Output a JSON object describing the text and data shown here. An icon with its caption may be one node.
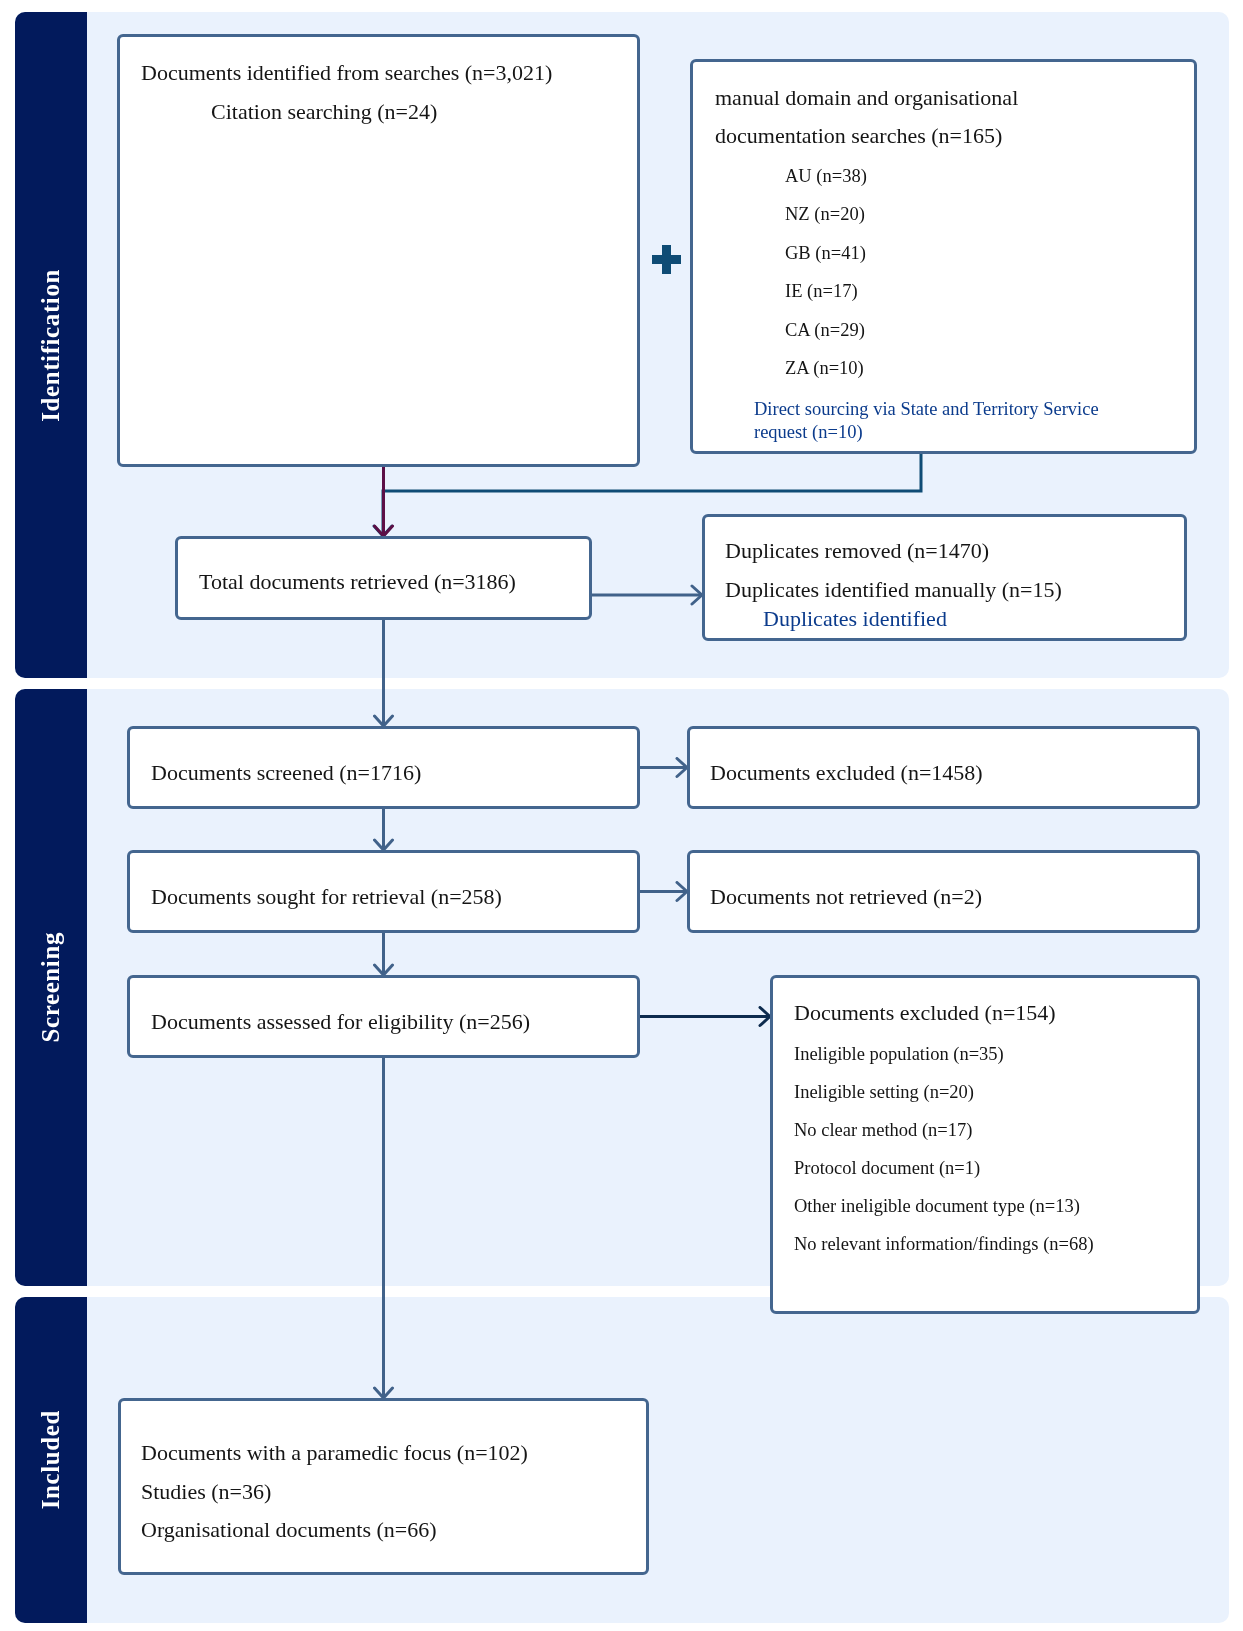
{
  "diagram": {
    "nodes": [
      {
        "text": [
          "Identification"
        ]
      },
      {
        "text": [
          "Documents identified from searches (n=3,021)",
          "Citation searching (n=24)"
        ],
        "in": 0
      },
      {
        "text": [
          "manual domain and organisational documentation searches (n=165)",
          "AU (n=38)",
          "NZ (n=20)",
          "GB (n=41)",
          "IE (n=17)",
          "CA (n=29)",
          "ZA (n=10)",
          "Direct sourcing via State and Territory Service request (n=10)"
        ],
        "in": 0
      },
      {
        "text": [
          "Total documents retrieved (n=3186)"
        ],
        "in": 0
      },
      {
        "text": [
          "Duplicates removed (n=1470)",
          "Duplicates identified manually (n=15)",
          "Duplicates identified"
        ],
        "in": 0
      },
      {
        "text": [
          "Screening"
        ]
      },
      {
        "text": [
          "Documents screened (n=1716)"
        ],
        "in": 5
      },
      {
        "text": [
          "Documents excluded (n=1458)"
        ],
        "in": 5
      },
      {
        "text": [
          "Documents sought for retrieval (n=258)"
        ],
        "in": 5
      },
      {
        "text": [
          "Documents not retrieved (n=2)"
        ],
        "in": 5
      },
      {
        "text": [
          "Documents assessed for eligibility (n=256)"
        ],
        "in": 5
      },
      {
        "text": [
          "Documents excluded (n=154)",
          "Ineligible population (n=35)",
          "Ineligible setting (n=20)",
          "No clear method (n=17)",
          "Protocol document (n=1)",
          "Other ineligible document type (n=13)",
          "No relevant information/findings (n=68)"
        ]
      },
      {
        "text": [
          "Included"
        ]
      },
      {
        "text": [
          "Documents with a paramedic focus (n=102)",
          "Studies (n=36)",
          "Organisational documents (n=66)"
        ],
        "in": 12
      }
    ],
    "edges": [
      {
        "from": 1,
        "to": 3,
        "arrow": "to",
        "color": "#5c0f46"
      },
      {
        "from": 2,
        "to": 3,
        "arrow": "to",
        "color": "#0f4c75"
      },
      {
        "from": 3,
        "to": 4,
        "arrow": "to"
      },
      {
        "from": 3,
        "to": 6,
        "arrow": "to"
      },
      {
        "from": 6,
        "to": 7,
        "arrow": "to"
      },
      {
        "from": 6,
        "to": 8,
        "arrow": "to"
      },
      {
        "from": 8,
        "to": 9,
        "arrow": "to"
      },
      {
        "from": 8,
        "to": 10,
        "arrow": "to"
      },
      {
        "from": 10,
        "to": 11,
        "arrow": "to",
        "color": "#0d2b4e"
      },
      {
        "from": 10,
        "to": 13,
        "arrow": "to"
      }
    ]
  }
}
